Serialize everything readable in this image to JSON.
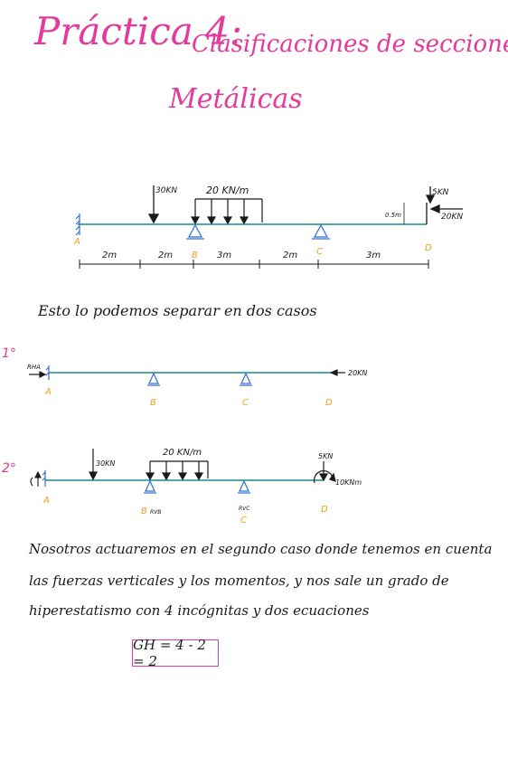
{
  "title": {
    "part1": "Práctica 4:",
    "part2": "Clasificaciones de secciones",
    "part3": "Metálicas"
  },
  "diagram1": {
    "load_point": "30KN",
    "load_dist": "20 KN/m",
    "load_right_v": "5KN",
    "load_right_h": "20KN",
    "height": "0.5m",
    "nodes": [
      "A",
      "B",
      "C",
      "D"
    ],
    "dims": [
      "2m",
      "2m",
      "3m",
      "2m",
      "3m"
    ]
  },
  "intro_text": "Esto lo podemos separar en dos casos",
  "case1": {
    "label": "1°",
    "reaction": "RHA",
    "load": "20KN",
    "nodes": [
      "A",
      "B",
      "C",
      "D"
    ]
  },
  "case2": {
    "label": "2°",
    "load_point": "30KN",
    "load_dist": "20 KN/m",
    "load_v": "5KN",
    "moment": "10KNm",
    "reaction_b": "RVB",
    "reaction_c": "RVC",
    "nodes": [
      "A",
      "B",
      "C",
      "D"
    ]
  },
  "paragraph": [
    "Nosotros actuaremos en el segundo caso donde tenemos en cuenta",
    "las fuerzas verticales y los momentos, y nos sale un grado de",
    "hiperestatismo con 4 incógnitas y dos ecuaciones"
  ],
  "formula": "GH = 4 - 2 = 2",
  "colors": {
    "title": "#e6399b",
    "beam": "#1a8a8a",
    "node": "#f2a114",
    "ink": "#1a1a1a",
    "support": "#2f6fd6"
  }
}
